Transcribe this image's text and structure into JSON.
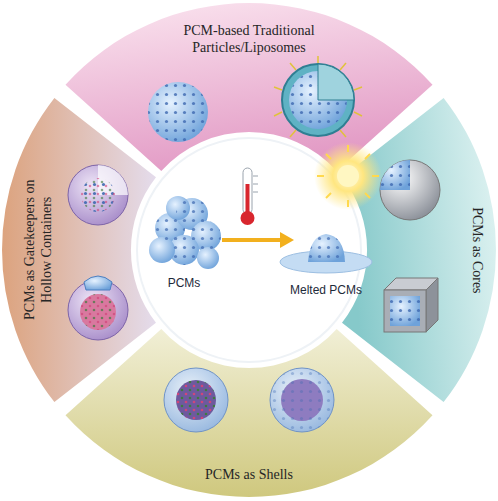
{
  "diagram": {
    "nodes": [
      {
        "text": [
          "PCM-based Traditional Particles/Liposomes"
        ]
      },
      {
        "text": [
          "PCMs as Cores"
        ]
      },
      {
        "text": [
          "PCMs as Shells"
        ]
      },
      {
        "text": [
          "PCMs as Gatekeepers on Hollow Containers"
        ]
      }
    ],
    "labels": [
      "PCMs",
      "Melted PCMs"
    ]
  }
}
